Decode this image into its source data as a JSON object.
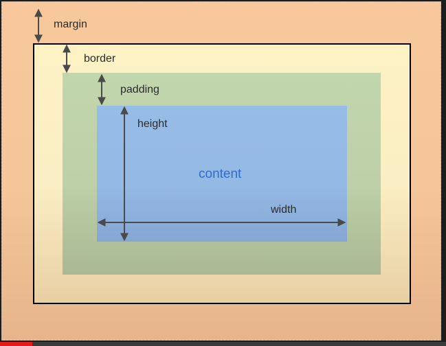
{
  "labels": {
    "margin": "margin",
    "border": "border",
    "padding": "padding",
    "height": "height",
    "content": "content",
    "width": "width"
  },
  "colors": {
    "margin": "#f6c79b",
    "border_area": "#fcf1c5",
    "padding": "#c0d4ab",
    "content": "#96bbe4",
    "content_label": "#2a6ed3",
    "arrow": "#4a4a4a"
  },
  "player": {
    "progress_fraction": 0.072
  }
}
